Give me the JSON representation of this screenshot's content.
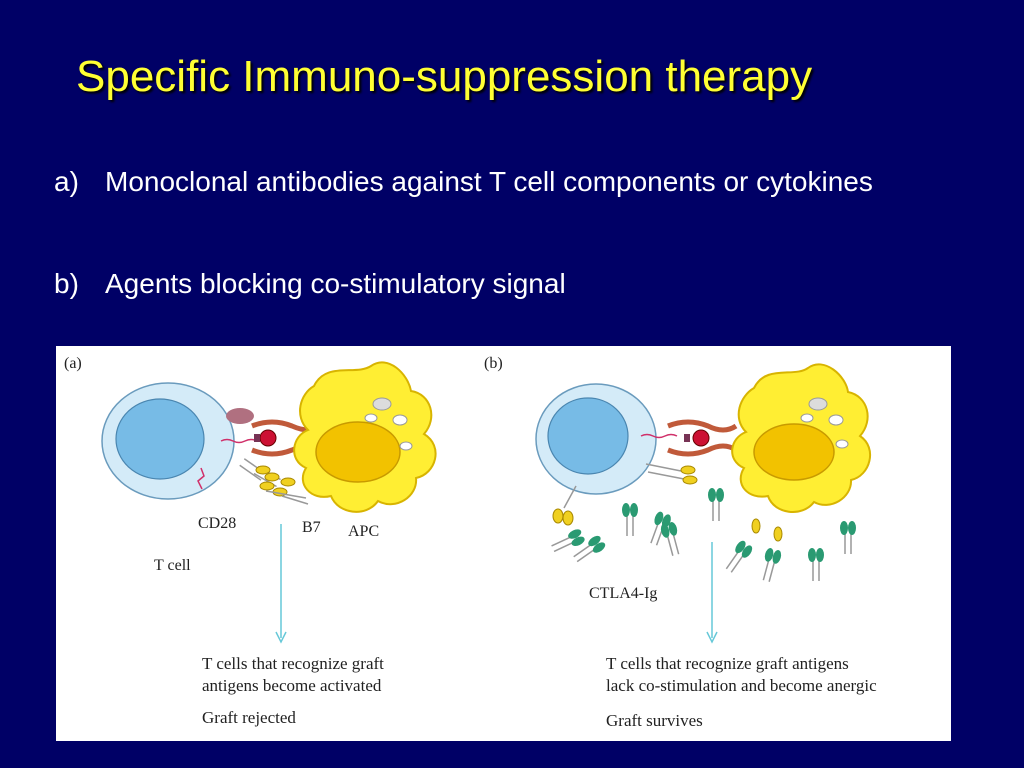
{
  "slide": {
    "title": "Specific Immuno-suppression therapy",
    "bullets": [
      {
        "marker": "a)",
        "text": "Monoclonal antibodies against T cell components or cytokines"
      },
      {
        "marker": "b)",
        "text": "Agents blocking co-stimulatory signal"
      }
    ]
  },
  "figure": {
    "panel_a": {
      "tag": "(a)",
      "labels": {
        "cd28": "CD28",
        "b7": "B7",
        "apc": "APC",
        "tcell": "T cell"
      },
      "caption_line1": "T cells that recognize graft",
      "caption_line2": "antigens become activated",
      "outcome": "Graft rejected"
    },
    "panel_b": {
      "tag": "(b)",
      "labels": {
        "ctla4ig": "CTLA4-Ig"
      },
      "caption_line1": "T cells that recognize graft antigens",
      "caption_line2": "lack co-stimulation and become anergic",
      "outcome": "Graft survives"
    }
  },
  "colors": {
    "background": "#000066",
    "title": "#ffff33",
    "text": "#ffffff",
    "apc_fill": "#ffee33",
    "nucleus": "#77bbe6",
    "ctla4ig": "#2a9a72",
    "arrow": "#66c8d8"
  }
}
